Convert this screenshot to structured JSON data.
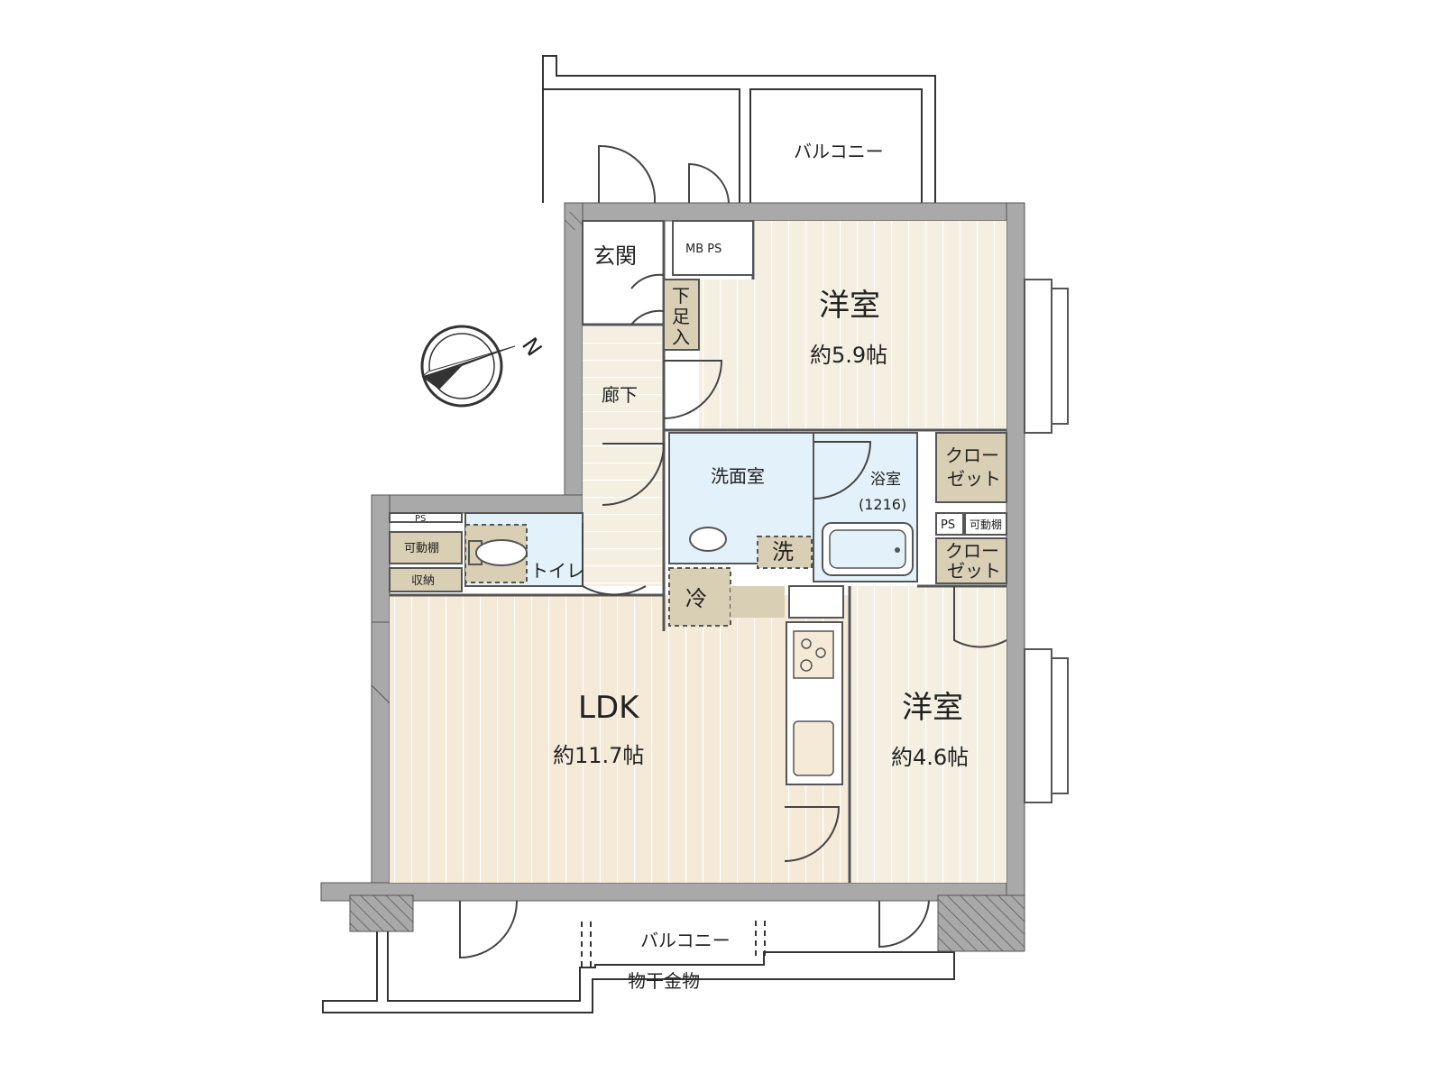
{
  "compass": {
    "north_label": "N"
  },
  "rooms": {
    "western_room_1": {
      "name": "洋室",
      "size": "約5.9帖"
    },
    "western_room_2": {
      "name": "洋室",
      "size": "約4.6帖"
    },
    "ldk": {
      "name": "LDK",
      "size": "約11.7帖"
    },
    "entrance": "玄関",
    "hallway": "廊下",
    "washroom": "洗面室",
    "bathroom": {
      "name": "浴室",
      "spec": "(1216)"
    },
    "toilet": "トイレ"
  },
  "storage": {
    "mb_ps": "MB PS",
    "shoe_box": [
      "下",
      "足",
      "入"
    ],
    "closet_1": [
      "クロー",
      "ゼット"
    ],
    "closet_2": [
      "クロー",
      "ゼット"
    ],
    "ps_small": "PS",
    "ps_toilet": "PS",
    "movable_shelf_right": "可動棚",
    "movable_shelf_left": "可動棚",
    "storage_left": "収納"
  },
  "fixtures": {
    "fridge": "冷",
    "washer": "洗"
  },
  "balconies": {
    "top": "バルコニー",
    "bottom": "バルコニー",
    "clothes_drying": "物干金物"
  },
  "colors": {
    "wall": "#a9a9a9",
    "wood_floor": "#f4efe1",
    "ldk_floor": "#f5e9d8",
    "wet_area": "#e3f2fa",
    "storage_fill": "#d9cfb5",
    "line": "#333333"
  }
}
